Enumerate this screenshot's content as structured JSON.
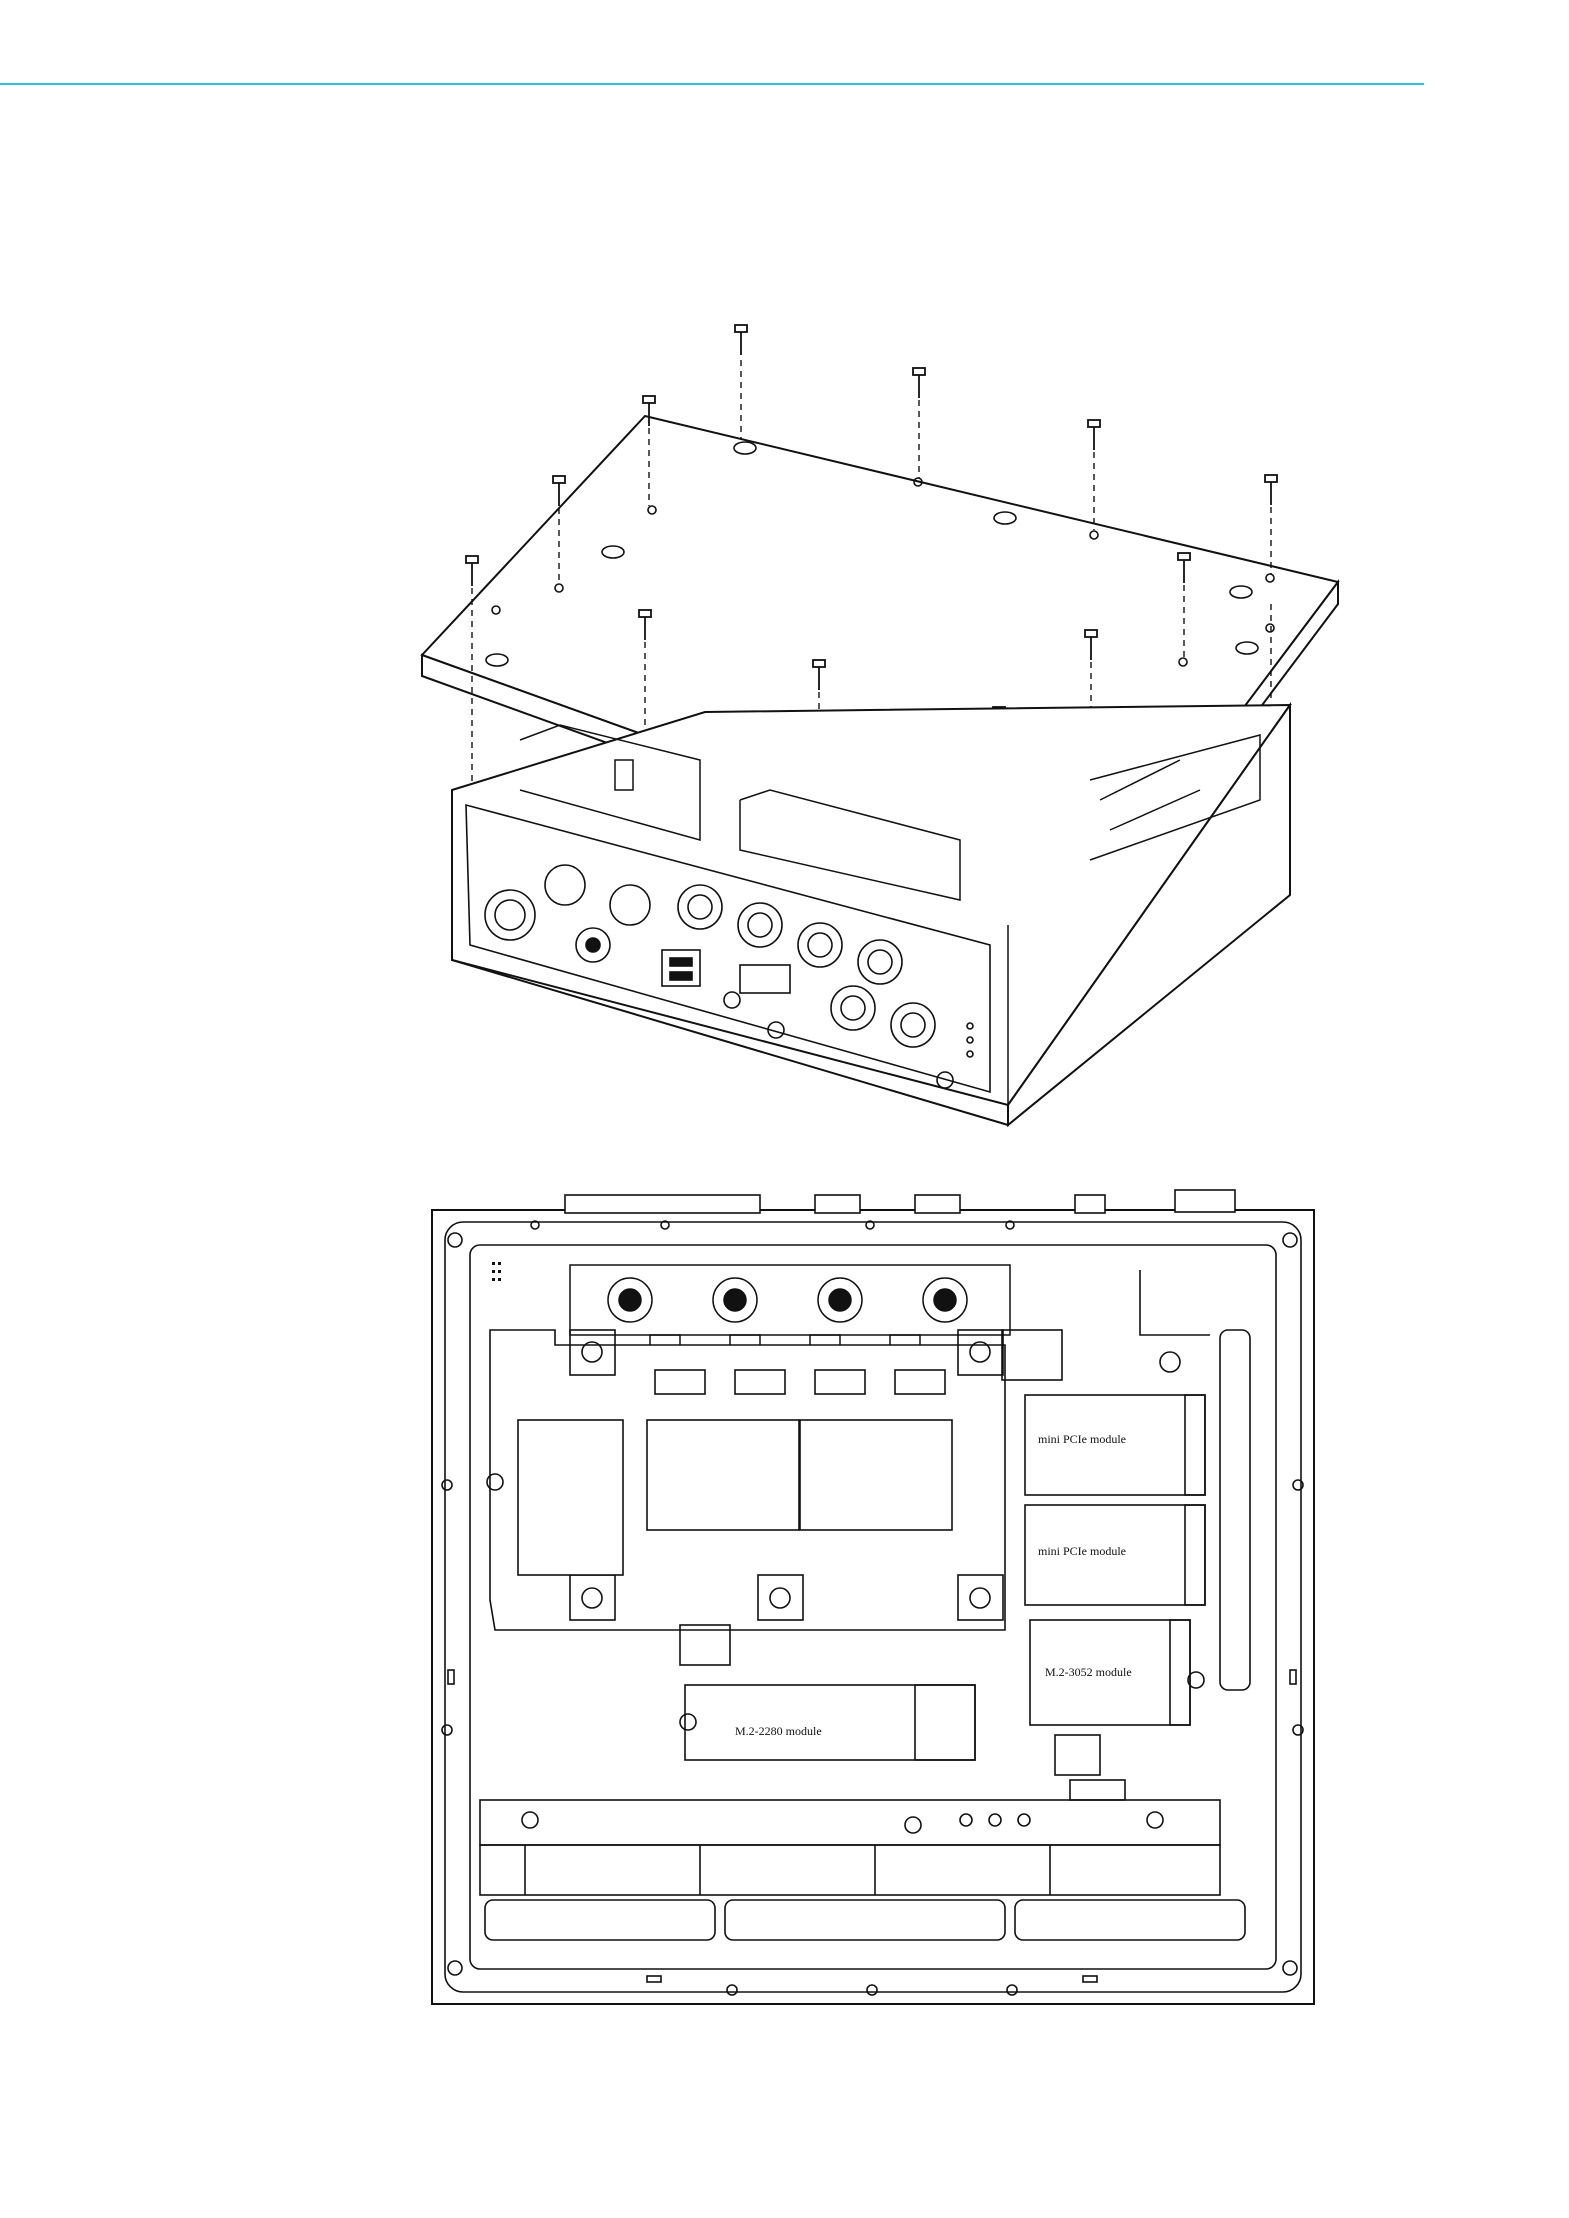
{
  "header": {
    "rule_color": "#2bc0d8"
  },
  "exploded_view": {
    "icon": "exploded-assembly-drawing"
  },
  "top_view": {
    "labels": {
      "mini_pcie_1": "mini PCIe module",
      "mini_pcie_2": "mini PCIe module",
      "m2_3052": "M.2-3052 module",
      "m2_2280": "M.2-2280 module"
    }
  }
}
